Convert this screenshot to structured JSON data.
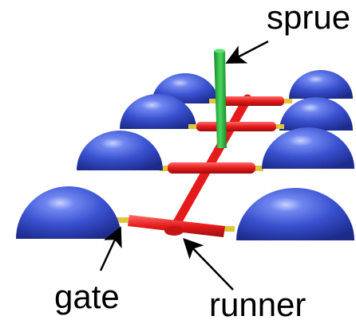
{
  "labels": {
    "sprue": "sprue",
    "gate": "gate",
    "runner": "runner"
  },
  "colors": {
    "cavity": "#3f5ad6",
    "runner": "#e51b1b",
    "sprue": "#22b33a",
    "gate": "#e0c53a",
    "arrow": "#000000",
    "background": "#ffffff"
  }
}
